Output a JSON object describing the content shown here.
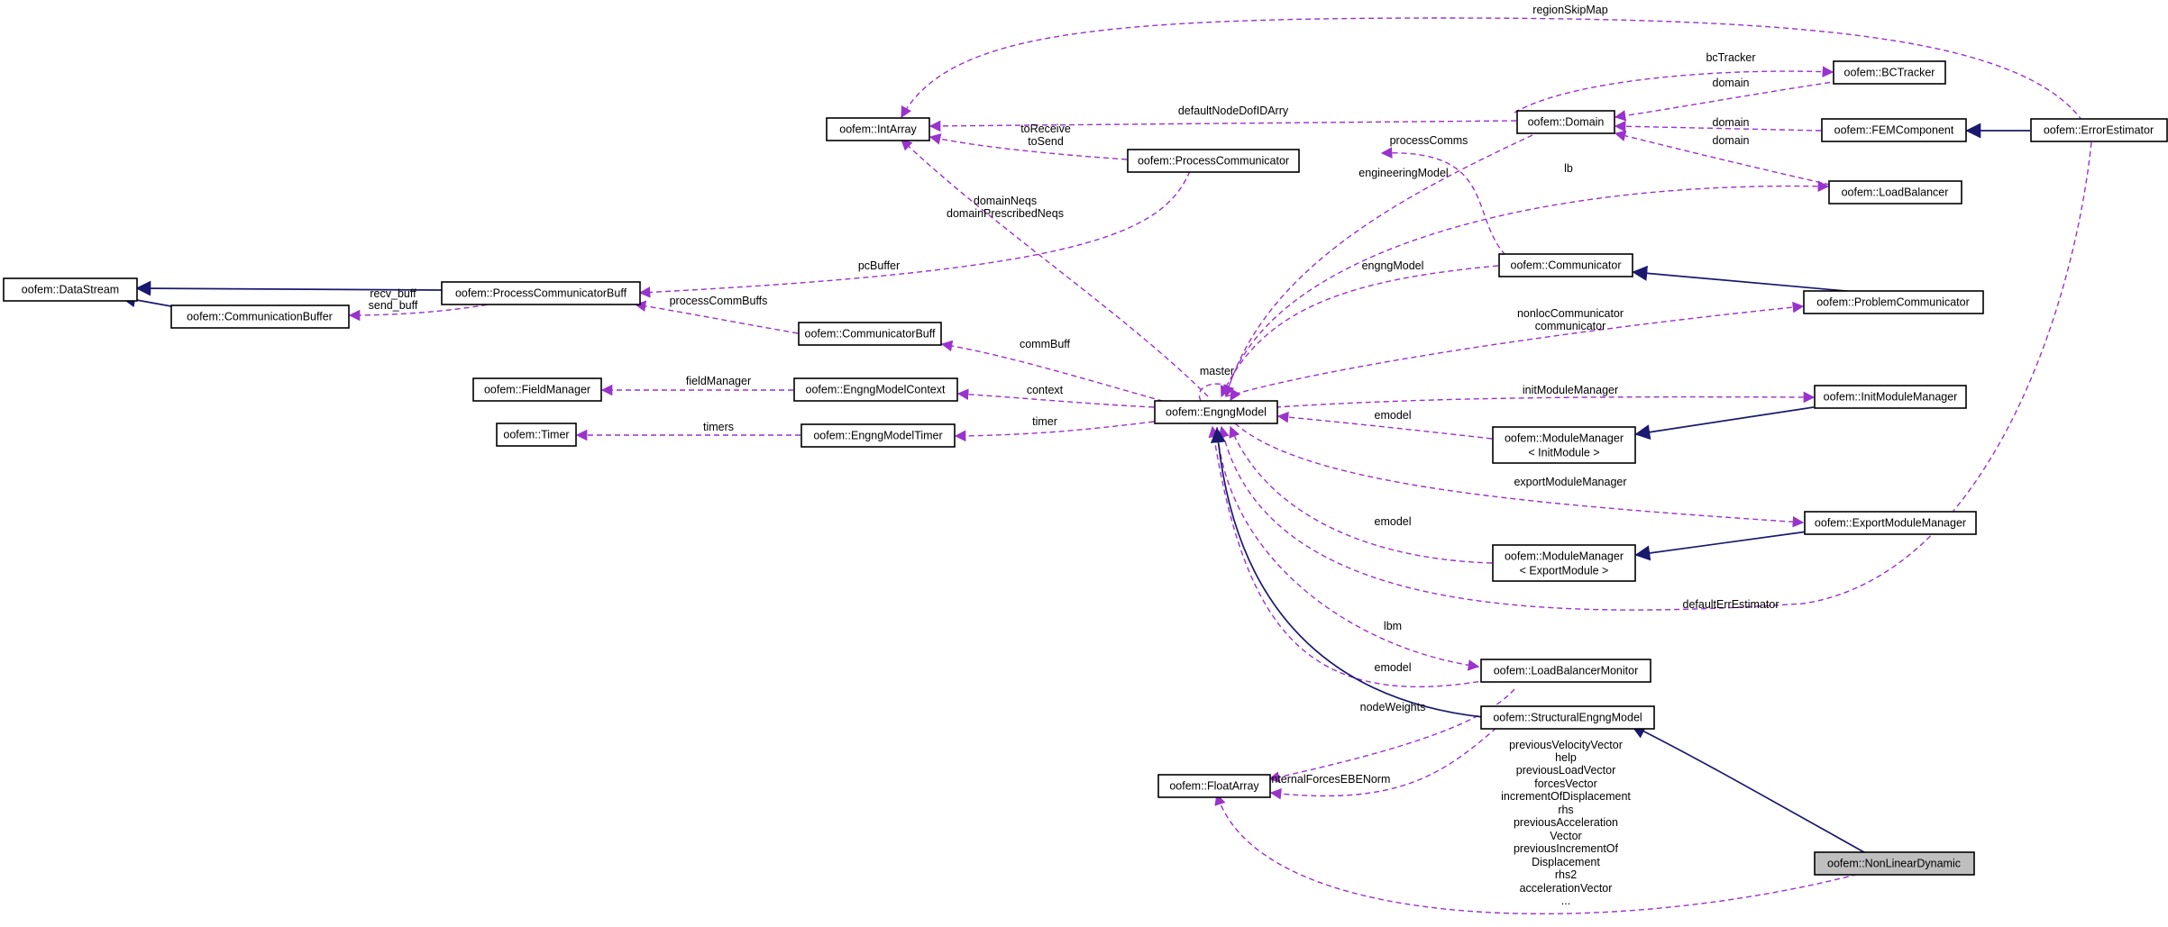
{
  "nodes": {
    "IntArray": "oofem::IntArray",
    "Domain": "oofem::Domain",
    "BCTracker": "oofem::BCTracker",
    "FEMComponent": "oofem::FEMComponent",
    "ErrorEstimator": "oofem::ErrorEstimator",
    "ProcessCommunicator": "oofem::ProcessCommunicator",
    "LoadBalancer": "oofem::LoadBalancer",
    "DataStream": "oofem::DataStream",
    "ProcessCommunicatorBuff": "oofem::ProcessCommunicatorBuff",
    "CommunicationBuffer": "oofem::CommunicationBuffer",
    "Communicator": "oofem::Communicator",
    "ProblemCommunicator": "oofem::ProblemCommunicator",
    "CommunicatorBuff": "oofem::CommunicatorBuff",
    "FieldManager": "oofem::FieldManager",
    "EngngModelContext": "oofem::EngngModelContext",
    "InitModuleManager": "oofem::InitModuleManager",
    "Timer": "oofem::Timer",
    "EngngModelTimer": "oofem::EngngModelTimer",
    "EngngModel": "oofem::EngngModel",
    "ModuleManagerInit_1": "oofem::ModuleManager",
    "ModuleManagerInit_2": "< InitModule >",
    "ExportModuleManager": "oofem::ExportModuleManager",
    "ModuleManagerExport_1": "oofem::ModuleManager",
    "ModuleManagerExport_2": "< ExportModule >",
    "LoadBalancerMonitor": "oofem::LoadBalancerMonitor",
    "StructuralEngngModel": "oofem::StructuralEngngModel",
    "FloatArray": "oofem::FloatArray",
    "NonLinearDynamic": "oofem::NonLinearDynamic"
  },
  "labels": {
    "regionSkipMap": "regionSkipMap",
    "bcTracker": "bcTracker",
    "domain_bc": "domain",
    "defaultNodeDofIDArry": "defaultNodeDofIDArry",
    "domain_fem": "domain",
    "toReceive": "toReceive",
    "toSend": "toSend",
    "processComms": "processComms",
    "domain_lb": "domain",
    "engineeringModel": "engineeringModel",
    "lb": "lb",
    "domainNeqs": "domainNeqs",
    "domainPrescribedNeqs": "domainPrescribedNeqs",
    "pcBuffer": "pcBuffer",
    "engngModel": "engngModel",
    "recv_buff": "recv_buff",
    "send_buff": "send_buff",
    "processCommBuffs": "processCommBuffs",
    "nonlocCommunicator": "nonlocCommunicator",
    "communicator": "communicator",
    "commBuff": "commBuff",
    "master": "master",
    "fieldManager": "fieldManager",
    "context": "context",
    "initModuleManager": "initModuleManager",
    "timers": "timers",
    "timer": "timer",
    "emodel_init": "emodel",
    "exportModuleManager": "exportModuleManager",
    "emodel_export": "emodel",
    "defaultErrEstimator": "defaultErrEstimator",
    "lbm": "lbm",
    "emodel_lbm": "emodel",
    "nodeWeights": "nodeWeights",
    "internalForcesEBENorm": "internalForcesEBENorm",
    "nld_list": [
      "previousVelocityVector",
      "help",
      "previousLoadVector",
      "forcesVector",
      "incrementOfDisplacement",
      "rhs",
      "previousAcceleration",
      "Vector",
      "previousIncrementOf",
      "Displacement",
      "rhs2",
      "accelerationVector",
      "..."
    ]
  },
  "colors": {
    "usage_edge": "#9a32cd",
    "inheritance_edge": "#191970",
    "highlight_fill": "#bfbfbf"
  }
}
